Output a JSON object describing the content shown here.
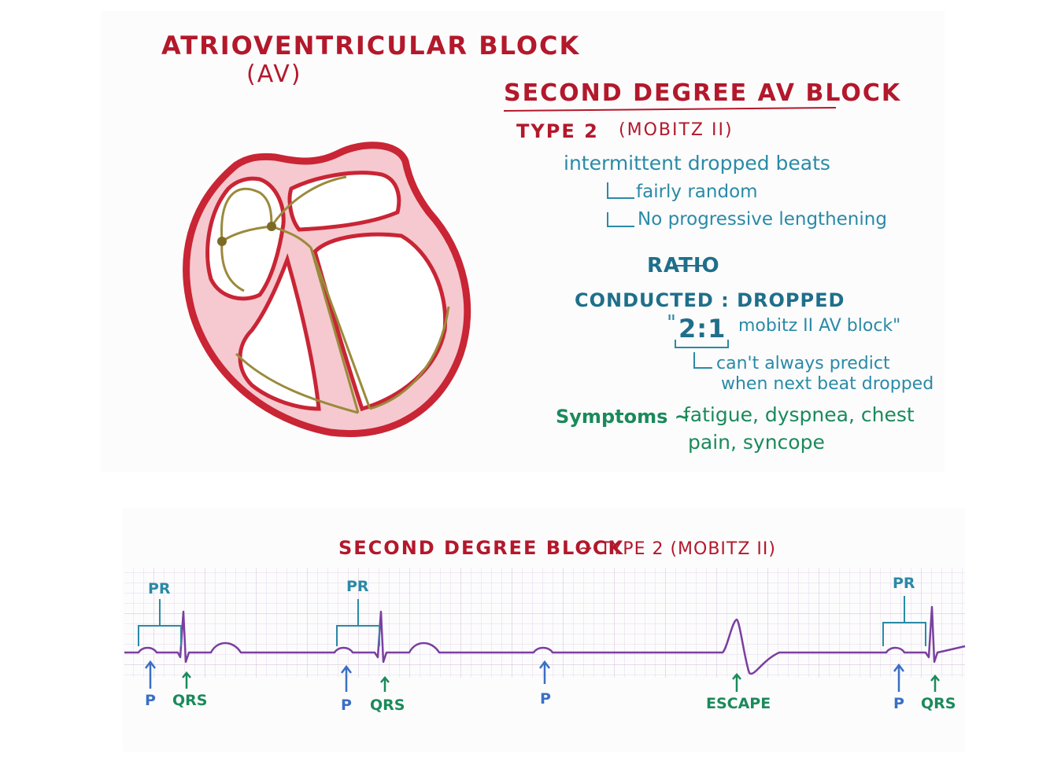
{
  "title": {
    "line1": "ATRIOVENTRICULAR   BLOCK",
    "line2": "(AV)"
  },
  "notes": {
    "heading": "SECOND  DEGREE  AV  BLOCK",
    "type": "TYPE 2",
    "type_paren": "(MOBITZ II)",
    "point1": "intermittent dropped beats",
    "sub1": "fairly random",
    "sub2": "No progressive lengthening",
    "ratio_heading": "RATIO",
    "ratio_def": "CONDUCTED : DROPPED",
    "ratio_quote_open": "\"",
    "ratio_value": "2:1",
    "ratio_rest": "mobitz II AV block\"",
    "ratio_note1": "can't always predict",
    "ratio_note2": "when next beat dropped",
    "symptoms_label": "Symptoms ~",
    "symptoms_line1": "fatigue, dyspnea, chest",
    "symptoms_line2": "pain, syncope"
  },
  "ekg": {
    "title_bold": "SECOND DEGREE BLOCK",
    "title_rest": "~ TYPE 2  (MOBITZ II)",
    "pr_labels": [
      "PR",
      "PR",
      "PR"
    ],
    "marker_labels": [
      "P",
      "QRS",
      "P",
      "QRS",
      "P",
      "ESCAPE",
      "P",
      "QRS"
    ]
  },
  "colors": {
    "heart_wall": "#c92535",
    "heart_fill": "#f5c9cf",
    "conduction": "#9a8a3c",
    "grid": "#d9c7de",
    "trace": "#7a3fa0",
    "title_red": "#b3182b"
  }
}
